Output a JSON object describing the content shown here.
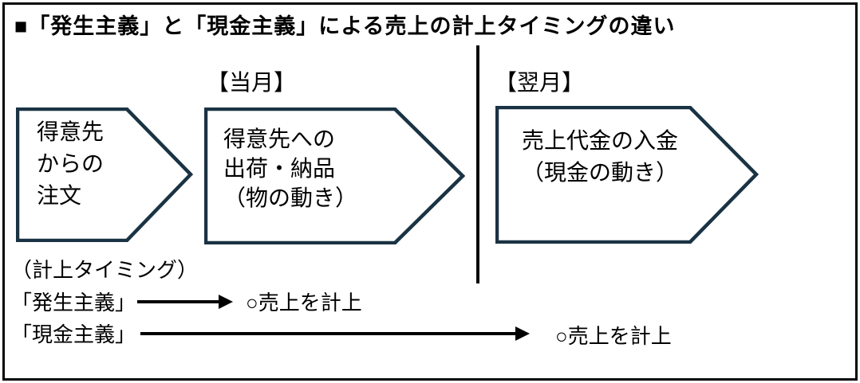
{
  "title": "■「発生主義」と「現金主義」による売上の計上タイミングの違い",
  "columns": {
    "current_month": "【当月】",
    "next_month": "【翌月】"
  },
  "flow_steps": [
    {
      "lines": [
        "得意先",
        "からの",
        "注文"
      ]
    },
    {
      "lines": [
        "得意先への",
        "出荷・納品",
        "（物の動き）"
      ]
    },
    {
      "lines": [
        "売上代金の入金",
        "（現金の動き）"
      ]
    }
  ],
  "timing": {
    "heading": "（計上タイミング）",
    "rows": [
      {
        "label": "「発生主義」",
        "result": "○売上を計上"
      },
      {
        "label": "「現金主義」",
        "result": "○売上を計上"
      }
    ]
  },
  "colors": {
    "chevron_border": "#1a3344",
    "frame_border": "#050505",
    "text": "#000000",
    "background": "#ffffff"
  }
}
